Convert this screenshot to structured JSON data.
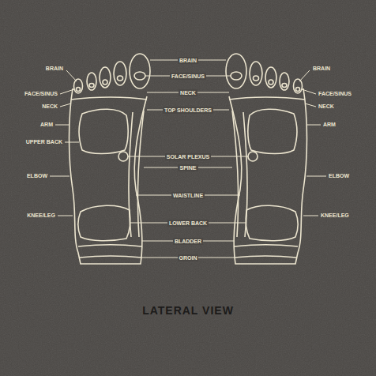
{
  "diagram": {
    "caption": "LATERAL VIEW",
    "labels": [
      "BRAIN",
      "BRAIN",
      "BRAIN",
      "FACE/SINUS",
      "FACE/SINUS",
      "FACE/SINUS",
      "NECK",
      "NECK",
      "NECK",
      "ARM",
      "TOP SHOULDERS",
      "ARM",
      "UPPER BACK",
      "SOLAR PLEXUS",
      "SPINE",
      "ELBOW",
      "ELBOW",
      "WAISTLINE",
      "KNEE/LEG",
      "KNEE/LEG",
      "LOWER BACK",
      "BLADDER",
      "GROIN"
    ]
  }
}
